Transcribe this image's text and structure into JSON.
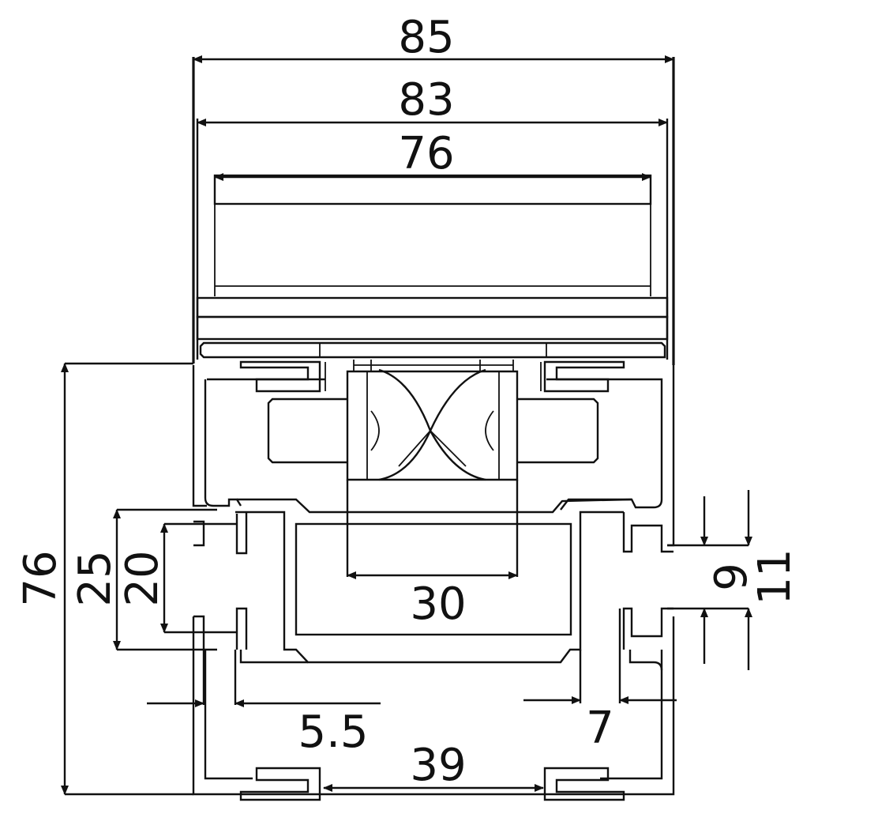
{
  "drawing": {
    "stroke_color": "#111111",
    "background": "#ffffff"
  },
  "dimensions": {
    "overall_width": "85",
    "frame_width": "83",
    "panel_width": "76",
    "overall_height": "76",
    "chamber_height": "25",
    "inner_chamber_height": "20",
    "center_width": "30",
    "groove_9": "9",
    "groove_11": "11",
    "offset_left": "5.5",
    "offset_right": "7",
    "bottom_width": "39"
  }
}
